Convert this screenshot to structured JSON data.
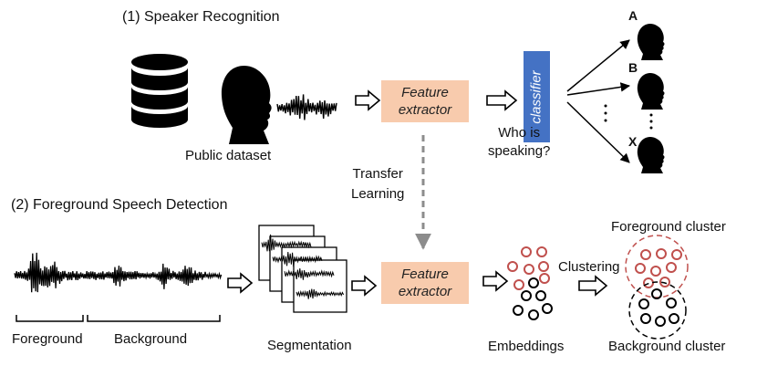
{
  "section1": {
    "title": "(1) Speaker Recognition",
    "dataset_label": "Public dataset"
  },
  "section2": {
    "title": "(2) Foreground Speech Detection"
  },
  "feature_extractor": {
    "label_line1": "Feature",
    "label_line2": "extractor"
  },
  "classifier": {
    "label": "classifier"
  },
  "question": {
    "line1": "Who is",
    "line2": "speaking?"
  },
  "transfer": {
    "line1": "Transfer",
    "line2": "Learning"
  },
  "speakers": {
    "a": "A",
    "b": "B",
    "x": "X"
  },
  "waveform_labels": {
    "foreground": "Foreground",
    "background": "Background"
  },
  "pipeline_labels": {
    "segmentation": "Segmentation",
    "embeddings": "Embeddings",
    "clustering": "Clustering"
  },
  "clusters": {
    "foreground": "Foreground cluster",
    "background": "Background cluster"
  },
  "colors": {
    "feature_box": "#f8cbad",
    "classifier": "#4472c4",
    "foreground_dot": "#c0504d",
    "background_dot": "#000000",
    "arrow_dashed": "#8c8c8c"
  },
  "icons": [
    "database-icon",
    "person-head-icon",
    "waveform-icon",
    "hollow-arrow-icon",
    "speaker-head-icon"
  ]
}
